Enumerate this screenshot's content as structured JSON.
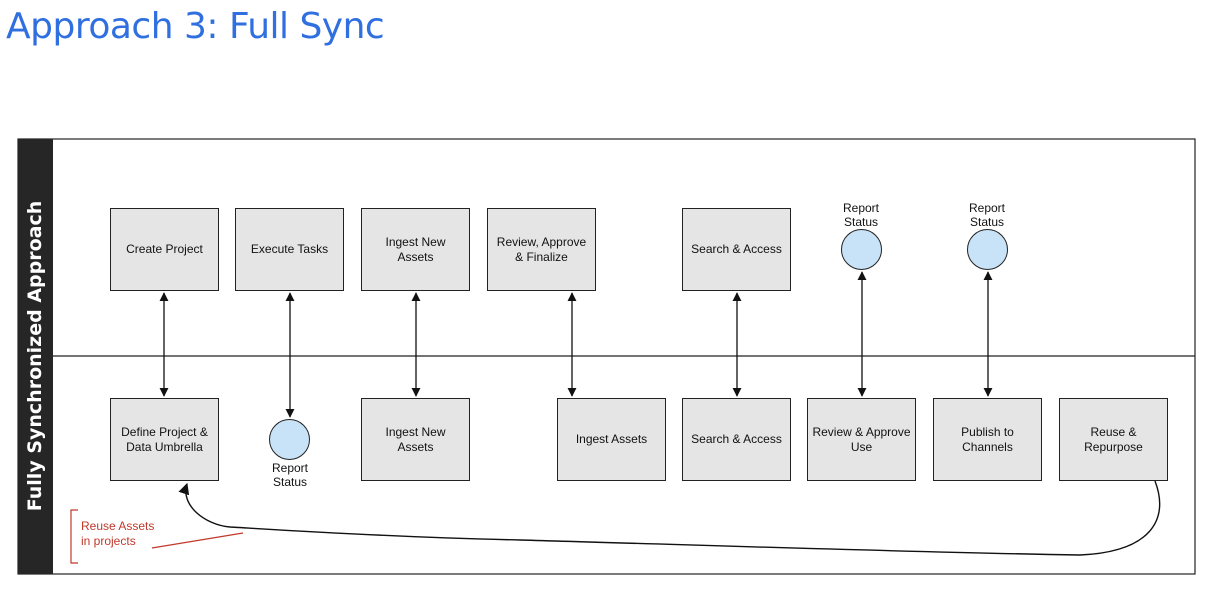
{
  "title": "Approach 3: Full Sync",
  "lane_label": "Fully Synchronized Approach",
  "top_row": [
    {
      "label": "Create Project"
    },
    {
      "label": "Execute Tasks"
    },
    {
      "label": "Ingest  New\nAssets"
    },
    {
      "label": "Review, Approve\n& Finalize"
    },
    {
      "label": "Search & Access"
    },
    {
      "label": "Report\nStatus"
    },
    {
      "label": "Report\nStatus"
    }
  ],
  "bottom_row": [
    {
      "label": "Define Project &\nData Umbrella"
    },
    {
      "label": "Report\nStatus"
    },
    {
      "label": "Ingest  New\nAssets"
    },
    {
      "label": "Ingest Assets"
    },
    {
      "label": "Search & Access"
    },
    {
      "label": "Review & Approve\nUse"
    },
    {
      "label": "Publish to\nChannels"
    },
    {
      "label": "Reuse &\nRepurpose"
    }
  ],
  "reuse_note": "Reuse Assets\nin projects",
  "colors": {
    "title": "#2f6fe0",
    "box_fill": "#e5e5e5",
    "circle_fill": "#c8e3f7",
    "note": "#c0392b",
    "lane_bar": "#262626"
  }
}
